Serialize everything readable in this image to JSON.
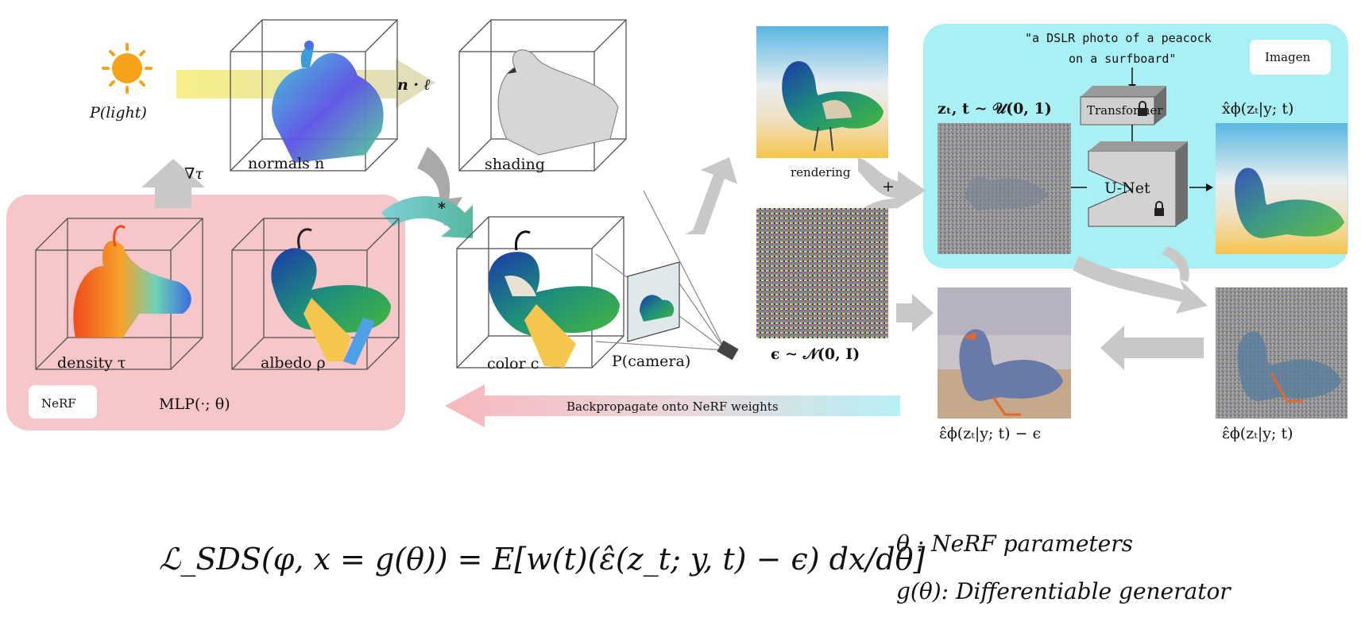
{
  "diagram": {
    "light_label": "P(light)",
    "grad_label": "∇τ",
    "normals_label": "normals n",
    "dot_label": "n · ℓ",
    "shading_label": "shading",
    "star_label": "*",
    "density_label": "density τ",
    "albedo_label": "albedo ρ",
    "nerf_badge": "NeRF",
    "mlp_label": "MLP(·; θ)",
    "color_label": "color c",
    "camera_label": "P(camera)",
    "rendering_label": "rendering",
    "plus_label": "+",
    "noise_label": "ϵ ∼ 𝒩(0, I)",
    "zt_label": "zₜ, t ∼ 𝒰(0, 1)",
    "prompt_line1": "\"a DSLR photo of a peacock",
    "prompt_line2": "on a surfboard\"",
    "imagen_badge": "Imagen",
    "transformer_label": "Transformer",
    "unet_label": "U-Net",
    "xhat_label": "x̂ϕ(zₜ|y; t)",
    "eps_hat_label": "ε̂ϕ(zₜ|y; t)",
    "eps_diff_label": "ε̂ϕ(zₜ|y; t) − ϵ",
    "backprop_label": "Backpropagate onto NeRF weights"
  },
  "formula": {
    "text": "ℒ_SDS(φ, x = g(θ)) = E[w(t)(ε̂(z_t; y, t) − ϵ) dx/dθ]"
  },
  "notes": {
    "theta": "θ : NeRF parameters",
    "g": "g(θ): Differentiable generator"
  },
  "colors": {
    "nerf_bg": "#f7c6c8",
    "imagen_bg": "#a9f0f4",
    "arrow_gray": "#c8c8c8",
    "light_beam": "#f3e98a",
    "sun": "#f7a21b"
  }
}
